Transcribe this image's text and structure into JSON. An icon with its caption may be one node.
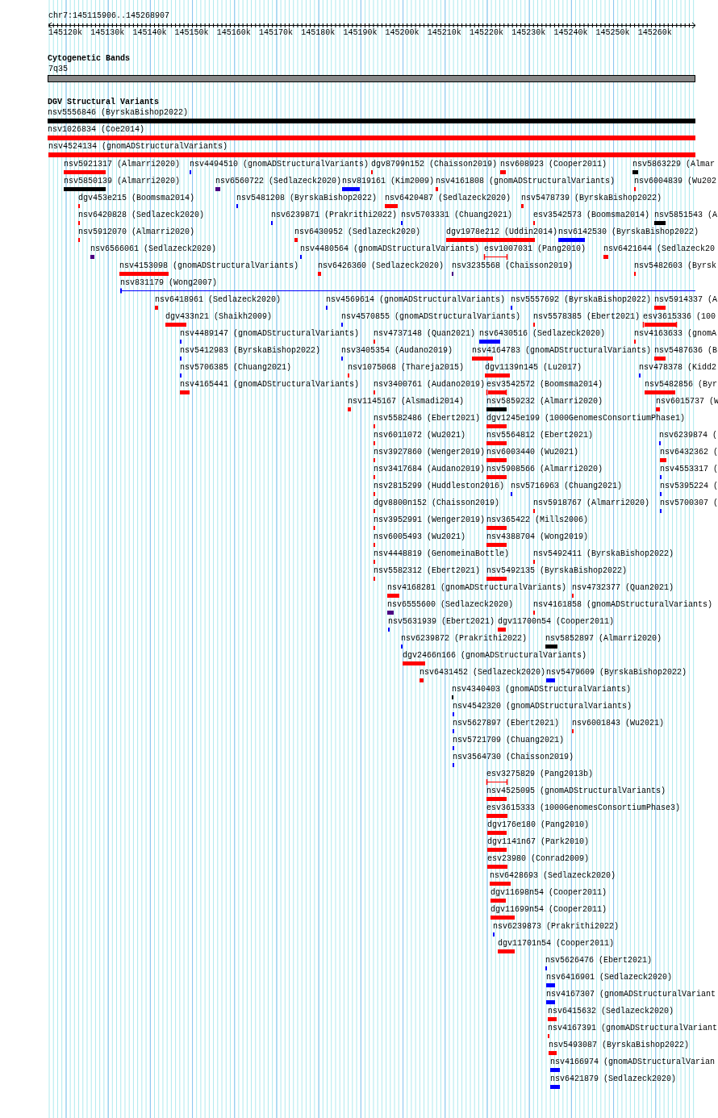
{
  "diagram": {
    "nodes": [
      {
        "text": [
          "nsv5556846 (ByrskaBishop2022)"
        ]
      },
      {
        "text": [
          "nsv1026834 (Coe2014)"
        ]
      },
      {
        "text": [
          "nsv4524134 (gnomADStructuralVariants)"
        ]
      },
      {
        "text": [
          "nsv5921317 (Almarri2020)"
        ]
      },
      {
        "text": [
          "nsv4494510 (gnomADStructuralVariants)"
        ]
      },
      {
        "text": [
          "dgv8799n152 (Chaisson2019)"
        ]
      },
      {
        "text": [
          "nsv608923 (Cooper2011)"
        ]
      },
      {
        "text": [
          "nsv5863229 (Almar"
        ]
      },
      {
        "text": [
          "nsv5850139 (Almarri2020)"
        ]
      },
      {
        "text": [
          "nsv6560722 (Sedlazeck2020)"
        ]
      },
      {
        "text": [
          "nsv819161 (Kim2009)"
        ]
      },
      {
        "text": [
          "nsv4161808 (gnomADStructuralVariants)"
        ]
      },
      {
        "text": [
          "nsv6004839 (Wu202"
        ]
      },
      {
        "text": [
          "dgv453e215 (Boomsma2014)"
        ]
      },
      {
        "text": [
          "nsv5481208 (ByrskaBishop2022)"
        ]
      },
      {
        "text": [
          "nsv6420487 (Sedlazeck2020)"
        ]
      },
      {
        "text": [
          "nsv5478739 (ByrskaBishop2022)"
        ]
      },
      {
        "text": [
          "nsv6420828 (Sedlazeck2020)"
        ]
      },
      {
        "text": [
          "nsv6239871 (Prakrithi2022)"
        ]
      },
      {
        "text": [
          "nsv5703331 (Chuang2021)"
        ]
      },
      {
        "text": [
          "esv3542573 (Boomsma2014)"
        ]
      },
      {
        "text": [
          "nsv5851543 (A"
        ]
      },
      {
        "text": [
          "nsv5912070 (Almarri2020)"
        ]
      },
      {
        "text": [
          "nsv6430952 (Sedlazeck2020)"
        ]
      },
      {
        "text": [
          "dgv1978e212 (Uddin2014)"
        ]
      },
      {
        "text": [
          "nsv6142530 (ByrskaBishop2022)"
        ]
      },
      {
        "text": [
          "nsv6566061 (Sedlazeck2020)"
        ]
      },
      {
        "text": [
          "nsv4480564 (gnomADStructuralVariants)"
        ]
      },
      {
        "text": [
          "esv1007031 (Pang2010)"
        ]
      },
      {
        "text": [
          "nsv6421644 (Sedlazeck20"
        ]
      },
      {
        "text": [
          "nsv4153098 (gnomADStructuralVariants)"
        ]
      },
      {
        "text": [
          "nsv6426360 (Sedlazeck2020)"
        ]
      },
      {
        "text": [
          "nsv3235568 (Chaisson2019)"
        ]
      },
      {
        "text": [
          "nsv5482603 (Byrsk"
        ]
      },
      {
        "text": [
          "nsv831179 (Wong2007)"
        ]
      },
      {
        "text": [
          "nsv6418961 (Sedlazeck2020)"
        ]
      },
      {
        "text": [
          "nsv4569614 (gnomADStructuralVariants)"
        ]
      },
      {
        "text": [
          "nsv5557692 (ByrskaBishop2022)"
        ]
      },
      {
        "text": [
          "nsv5914337 (A"
        ]
      },
      {
        "text": [
          "dgv433n21 (Shaikh2009)"
        ]
      },
      {
        "text": [
          "nsv4570855 (gnomADStructuralVariants)"
        ]
      },
      {
        "text": [
          "nsv5578385 (Ebert2021)"
        ]
      },
      {
        "text": [
          "esv3615336 (100"
        ]
      },
      {
        "text": [
          "nsv4489147 (gnomADStructuralVariants)"
        ]
      },
      {
        "text": [
          "nsv4737148 (Quan2021)"
        ]
      },
      {
        "text": [
          "nsv6430516 (Sedlazeck2020)"
        ]
      },
      {
        "text": [
          "nsv4163633 (gnomA"
        ]
      },
      {
        "text": [
          "nsv5412983 (ByrskaBishop2022)"
        ]
      },
      {
        "text": [
          "nsv3405354 (Audano2019)"
        ]
      },
      {
        "text": [
          "nsv4164783 (gnomADStructuralVariants)"
        ]
      },
      {
        "text": [
          "nsv5487636 (B"
        ]
      },
      {
        "text": [
          "nsv5706385 (Chuang2021)"
        ]
      },
      {
        "text": [
          "nsv1075068 (Thareja2015)"
        ]
      },
      {
        "text": [
          "dgv1139n145 (Lu2017)"
        ]
      },
      {
        "text": [
          "nsv478378 (Kidd2"
        ]
      },
      {
        "text": [
          "nsv4165441 (gnomADStructuralVariants)"
        ]
      },
      {
        "text": [
          "nsv3400761 (Audano2019)"
        ]
      },
      {
        "text": [
          "esv3542572 (Boomsma2014)"
        ]
      },
      {
        "text": [
          "nsv5482856 (Byr"
        ]
      },
      {
        "text": [
          "nsv1145167 (Alsmadi2014)"
        ]
      },
      {
        "text": [
          "nsv5859232 (Almarri2020)"
        ]
      },
      {
        "text": [
          "nsv6015737 (W"
        ]
      },
      {
        "text": [
          "nsv5582486 (Ebert2021)"
        ]
      },
      {
        "text": [
          "dgv1245e199 (1000GenomesConsortiumPhase1)"
        ]
      },
      {
        "text": [
          "nsv6011072 (Wu2021)"
        ]
      },
      {
        "text": [
          "nsv5564812 (Ebert2021)"
        ]
      },
      {
        "text": [
          "nsv6239874 ("
        ]
      },
      {
        "text": [
          "nsv3927860 (Wenger2019)"
        ]
      },
      {
        "text": [
          "nsv6003440 (Wu2021)"
        ]
      },
      {
        "text": [
          "nsv6432362 ("
        ]
      },
      {
        "text": [
          "nsv3417684 (Audano2019)"
        ]
      },
      {
        "text": [
          "nsv5908566 (Almarri2020)"
        ]
      },
      {
        "text": [
          "nsv4553317 ("
        ]
      },
      {
        "text": [
          "nsv2815299 (Huddleston2016)"
        ]
      },
      {
        "text": [
          "nsv5716963 (Chuang2021)"
        ]
      },
      {
        "text": [
          "nsv5395224 ("
        ]
      },
      {
        "text": [
          "dgv8800n152 (Chaisson2019)"
        ]
      },
      {
        "text": [
          "nsv5918767 (Almarri2020)"
        ]
      },
      {
        "text": [
          "nsv5700307 ("
        ]
      },
      {
        "text": [
          "nsv3952991 (Wenger2019)"
        ]
      },
      {
        "text": [
          "nsv365422 (Mills2006)"
        ]
      },
      {
        "text": [
          "nsv6005493 (Wu2021)"
        ]
      },
      {
        "text": [
          "nsv4388704 (Wong2019)"
        ]
      },
      {
        "text": [
          "nsv4448819 (GenomeinaBottle)"
        ]
      },
      {
        "text": [
          "nsv5492411 (ByrskaBishop2022)"
        ]
      },
      {
        "text": [
          "nsv5582312 (Ebert2021)"
        ]
      },
      {
        "text": [
          "nsv5492135 (ByrskaBishop2022)"
        ]
      },
      {
        "text": [
          "nsv4168281 (gnomADStructuralVariants)"
        ]
      },
      {
        "text": [
          "nsv4732377 (Quan2021)"
        ]
      },
      {
        "text": [
          "nsv6555600 (Sedlazeck2020)"
        ]
      },
      {
        "text": [
          "nsv4161858 (gnomADStructuralVariants)"
        ]
      },
      {
        "text": [
          "nsv5631939 (Ebert2021)"
        ]
      },
      {
        "text": [
          "dgv11700n54 (Cooper2011)"
        ]
      },
      {
        "text": [
          "nsv6239872 (Prakrithi2022)"
        ]
      },
      {
        "text": [
          "nsv5852897 (Almarri2020)"
        ]
      },
      {
        "text": [
          "dgv2466n166 (gnomADStructuralVariants)"
        ]
      },
      {
        "text": [
          "nsv6431452 (Sedlazeck2020)"
        ]
      },
      {
        "text": [
          "nsv5479609 (ByrskaBishop2022)"
        ]
      },
      {
        "text": [
          "nsv4340403 (gnomADStructuralVariants)"
        ]
      },
      {
        "text": [
          "nsv4542320 (gnomADStructuralVariants)"
        ]
      },
      {
        "text": [
          "nsv5627897 (Ebert2021)"
        ]
      },
      {
        "text": [
          "nsv6001843 (Wu2021)"
        ]
      },
      {
        "text": [
          "nsv5721709 (Chuang2021)"
        ]
      },
      {
        "text": [
          "nsv3564730 (Chaisson2019)"
        ]
      },
      {
        "text": [
          "esv3275829 (Pang2013b)"
        ]
      },
      {
        "text": [
          "nsv4525095 (gnomADStructuralVariants)"
        ]
      },
      {
        "text": [
          "esv3615333 (1000GenomesConsortiumPhase3)"
        ]
      },
      {
        "text": [
          "dgv176e180 (Pang2010)"
        ]
      },
      {
        "text": [
          "dgv1141n67 (Park2010)"
        ]
      },
      {
        "text": [
          "esv23980 (Conrad2009)"
        ]
      },
      {
        "text": [
          "nsv6428693 (Sedlazeck2020)"
        ]
      },
      {
        "text": [
          "dgv11698n54 (Cooper2011)"
        ]
      },
      {
        "text": [
          "dgv11699n54 (Cooper2011)"
        ]
      },
      {
        "text": [
          "nsv6239873 (Prakrithi2022)"
        ]
      },
      {
        "text": [
          "dgv11701n54 (Cooper2011)"
        ]
      },
      {
        "text": [
          "nsv5626476 (Ebert2021)"
        ]
      },
      {
        "text": [
          "nsv6416901 (Sedlazeck2020)"
        ]
      },
      {
        "text": [
          "nsv4167307 (gnomADStructuralVariant"
        ]
      },
      {
        "text": [
          "nsv6415632 (Sedlazeck2020)"
        ]
      },
      {
        "text": [
          "nsv4167391 (gnomADStructuralVariant"
        ]
      },
      {
        "text": [
          "nsv5493087 (ByrskaBishop2022)"
        ]
      },
      {
        "text": [
          "nsv4166974 (gnomADStructuralVarian"
        ]
      },
      {
        "text": [
          "nsv6421879 (Sedlazeck2020)"
        ]
      }
    ],
    "labels": [
      "chr7:145115906..145268907",
      "145120k",
      "145130k",
      "145140k",
      "145150k",
      "145160k",
      "145170k",
      "145180k",
      "145190k",
      "145200k",
      "145210k",
      "145220k",
      "145230k",
      "145240k",
      "145250k",
      "145260k",
      "Cytogenetic Bands",
      "7q35",
      "DGV Structural Variants"
    ]
  }
}
